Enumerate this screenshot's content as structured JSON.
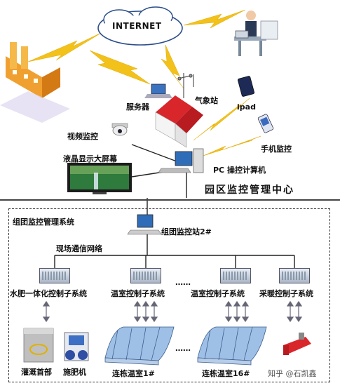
{
  "nodes": {
    "internet": "INTERNET",
    "server": "服务器",
    "weather_station": "气象站",
    "ipad": "ipad",
    "video_monitor": "视频监控",
    "mobile_monitor": "手机监控",
    "lcd_screen": "液晶显示大屏幕",
    "pc_control": "PC 操控计算机",
    "park_center": "园区监控管理中心",
    "group_system": "组团监控管理系统",
    "group_station": "组团监控站2#",
    "field_network": "现场通信网络",
    "subsystems": [
      "水肥一体化控制子系统",
      "温室控制子系统",
      "温室控制子系统",
      "采暖控制子系统"
    ],
    "irrigation_head": "灌溉首部",
    "fertilizer": "施肥机",
    "greenhouse_1": "连栋温室1#",
    "greenhouse_16": "连栋温室16#",
    "ellipsis": "……"
  },
  "watermark": {
    "bottom_right": "知乎 @石凯鑫"
  },
  "colors": {
    "lightning": "#f2c21b",
    "roof_red": "#d9262b",
    "screen_blue": "#2f6db8",
    "greenhouse_blue": "#7fa7d6"
  }
}
